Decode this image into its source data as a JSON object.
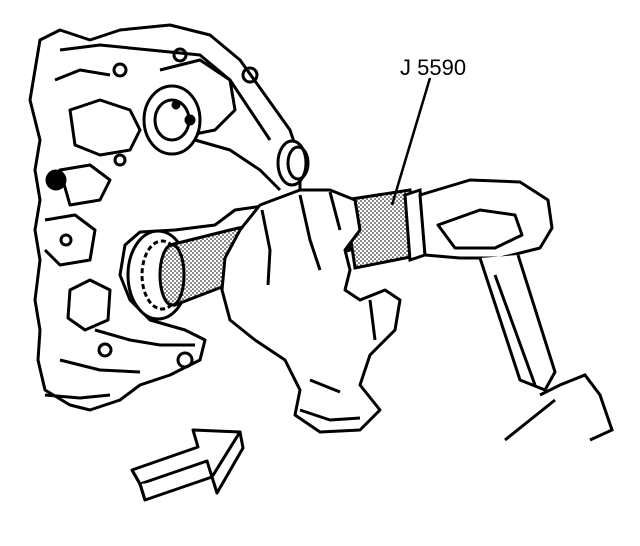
{
  "diagram": {
    "tool_callout": "J 5590",
    "colors": {
      "line": "#000000",
      "fill": "#ffffff",
      "stipple": "#000000"
    },
    "icons": [
      "engine-housing",
      "crankshaft-gear",
      "seal-installer-tool",
      "ratchet-handle",
      "hand",
      "direction-arrow"
    ]
  }
}
